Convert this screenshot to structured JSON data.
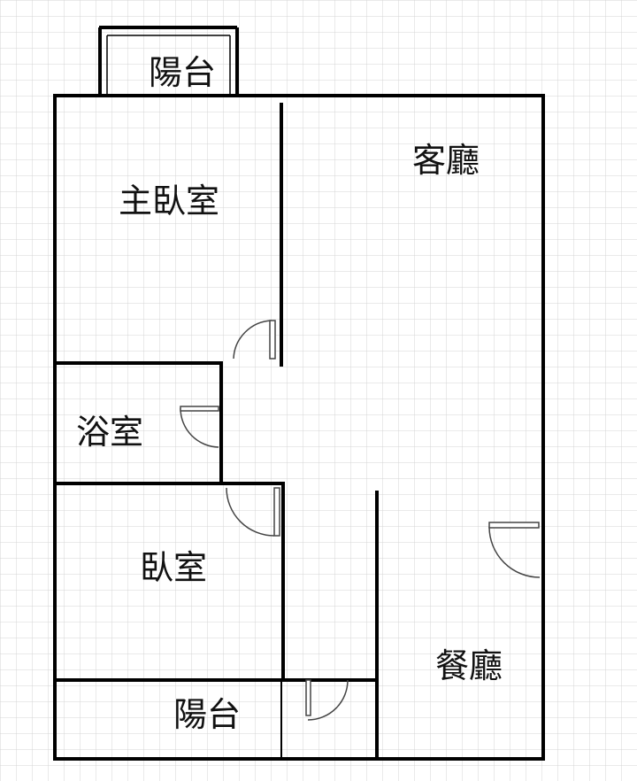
{
  "rooms": {
    "balcony_top": "陽台",
    "living_room": "客廳",
    "master_bedroom": "主臥室",
    "bathroom": "浴室",
    "bedroom": "臥室",
    "balcony_bottom": "陽台",
    "dining_room": "餐廳"
  },
  "colors": {
    "wall": "#000000",
    "grid": "#d4d4d4",
    "door": "#444444",
    "background": "#ffffff"
  }
}
